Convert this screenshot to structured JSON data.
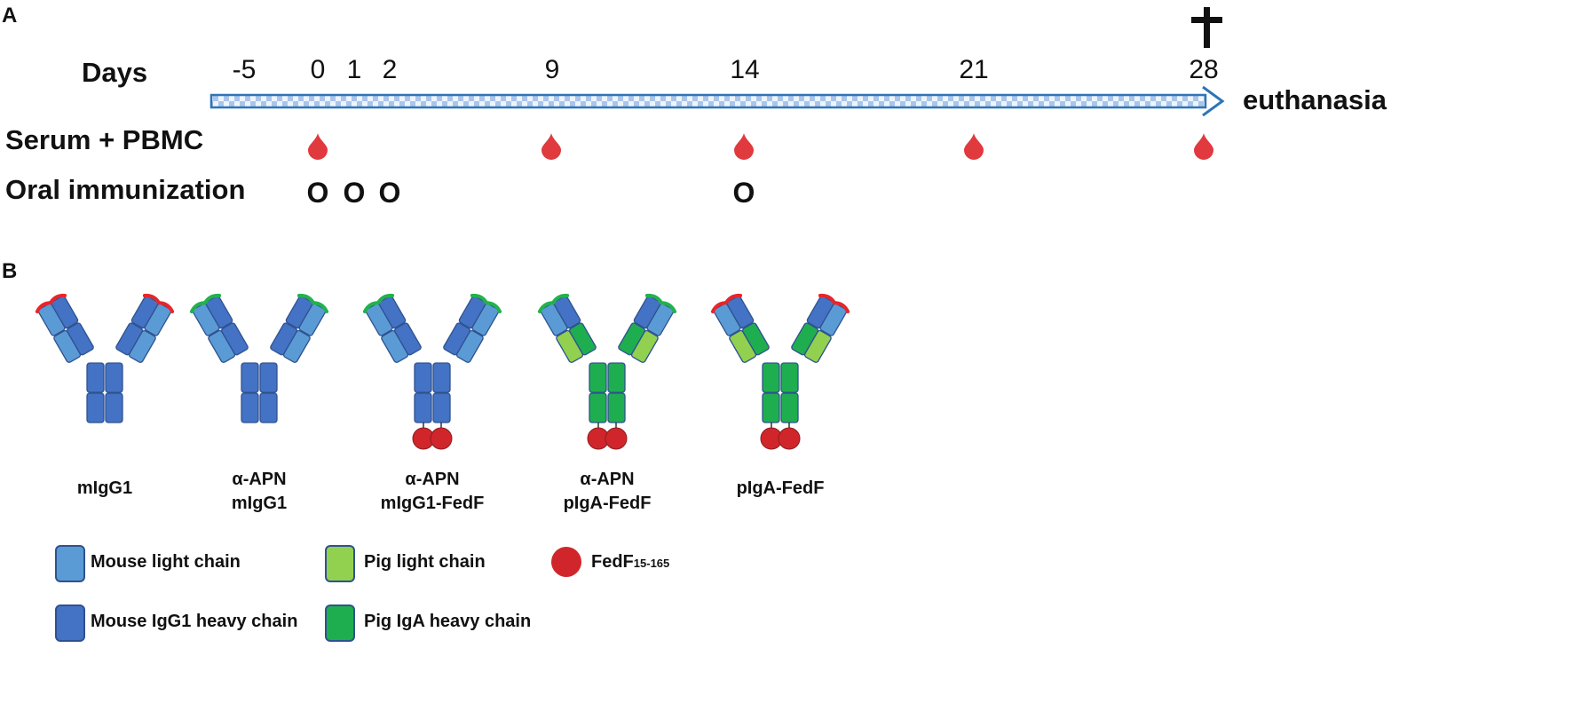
{
  "panel_a": {
    "letter": "A",
    "days_label": "Days",
    "days": [
      "-5",
      "0",
      "1",
      "2",
      "9",
      "14",
      "21",
      "28"
    ],
    "end_label": "euthanasia",
    "cross_glyph": "†",
    "rows": [
      {
        "label": "Serum + PBMC",
        "marker": "blood-drop-icon",
        "days": [
          "0",
          "9",
          "14",
          "21",
          "28"
        ]
      },
      {
        "label": "Oral immunization",
        "marker": "O",
        "days": [
          "0",
          "1",
          "2",
          "14"
        ]
      }
    ],
    "arrow_color": "#2e75b6"
  },
  "panel_b": {
    "letter": "B",
    "antibodies": [
      {
        "label_line1": "mIgG1",
        "label_line2": "",
        "tip": "red",
        "light": "mouse",
        "heavy": "mouse",
        "fedf": false
      },
      {
        "label_line1": "α-APN",
        "label_line2": "mIgG1",
        "tip": "green",
        "light": "mouse",
        "heavy": "mouse",
        "fedf": false
      },
      {
        "label_line1": "α-APN",
        "label_line2": "mIgG1-FedF",
        "tip": "green",
        "light": "mouse",
        "heavy": "mouse",
        "fedf": true
      },
      {
        "label_line1": "α-APN",
        "label_line2": "pIgA-FedF",
        "tip": "green",
        "light": "pig",
        "heavy": "pig",
        "fedf": true
      },
      {
        "label_line1": "pIgA-FedF",
        "label_line2": "",
        "tip": "red",
        "light": "pig",
        "heavy": "pig",
        "fedf": true
      }
    ],
    "legend": {
      "mouse_light": "Mouse light chain",
      "mouse_heavy": "Mouse IgG1 heavy chain",
      "pig_light": "Pig light chain",
      "pig_heavy": "Pig IgA heavy chain",
      "fedf_main": "FedF",
      "fedf_sub": "15-165"
    }
  },
  "colors": {
    "mouse_light": "#5b9bd5",
    "mouse_heavy": "#4472c4",
    "pig_light": "#92d050",
    "pig_heavy": "#1fae4f",
    "fedf": "#d0262b",
    "tip_red": "#e8252a",
    "tip_green": "#22b24c",
    "blood": "#e0393e"
  }
}
